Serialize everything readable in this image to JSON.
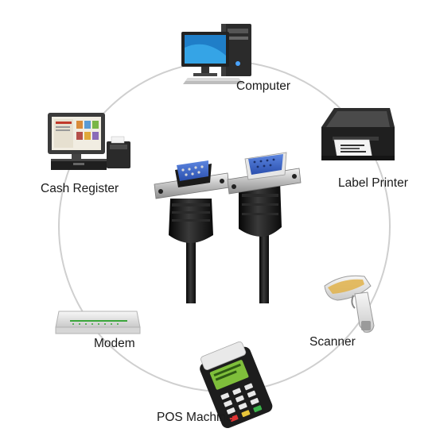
{
  "diagram": {
    "devices": [
      {
        "id": "computer",
        "label": "Computer",
        "icon": "desktop-computer-icon"
      },
      {
        "id": "label_printer",
        "label": "Label Printer",
        "icon": "label-printer-icon"
      },
      {
        "id": "scanner",
        "label": "Scanner",
        "icon": "barcode-scanner-icon"
      },
      {
        "id": "pos_machine",
        "label": "POS Machine",
        "icon": "pos-terminal-icon"
      },
      {
        "id": "modem",
        "label": "Modem",
        "icon": "modem-icon"
      },
      {
        "id": "cash_register",
        "label": "Cash Register",
        "icon": "cash-register-icon"
      }
    ],
    "center": {
      "icon": "serial-cable-db9-icon"
    },
    "colors": {
      "ring": "#c8c8c8",
      "connector_blue": "#3a63c4",
      "cable_black": "#161616",
      "text": "#1a1a1a"
    }
  }
}
